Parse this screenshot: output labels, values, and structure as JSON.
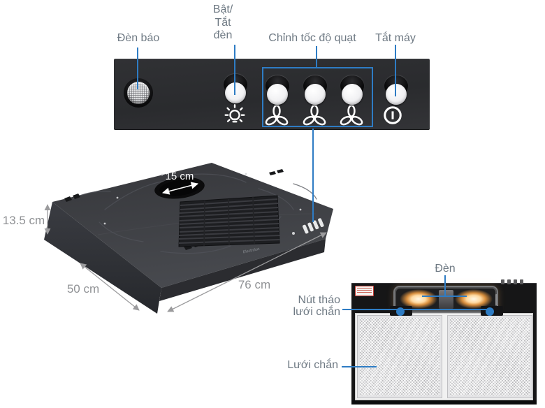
{
  "page": {
    "background": "#ffffff"
  },
  "colors": {
    "accent_blue": "#2e7cc4",
    "annotation_text": "#6e7983",
    "dimension_text": "#909295",
    "panel_background": "#2b2c2f"
  },
  "control_panel": {
    "labels": {
      "indicator_light": "Đèn báo",
      "light_toggle_lines": [
        "Bật/",
        "Tắt",
        "đèn"
      ],
      "fan_speed": "Chỉnh tốc độ quạt",
      "power_off": "Tắt máy"
    },
    "icons": {
      "indicator": "indicator-lens",
      "light": "light-bulb-icon",
      "fan_speeds": [
        "fan-icon",
        "fan-icon",
        "fan-icon"
      ],
      "power": "power-icon"
    }
  },
  "hood": {
    "brand": "Electrolux",
    "dimensions": {
      "duct_diameter": "15 cm",
      "height": "13.5 cm",
      "depth": "50 cm",
      "width": "76 cm"
    }
  },
  "underside": {
    "labels": {
      "lamp": "Đèn",
      "filter_release_lines": [
        "Nút tháo",
        "lưới chắn"
      ],
      "filter_mesh": "Lưới chắn"
    }
  }
}
